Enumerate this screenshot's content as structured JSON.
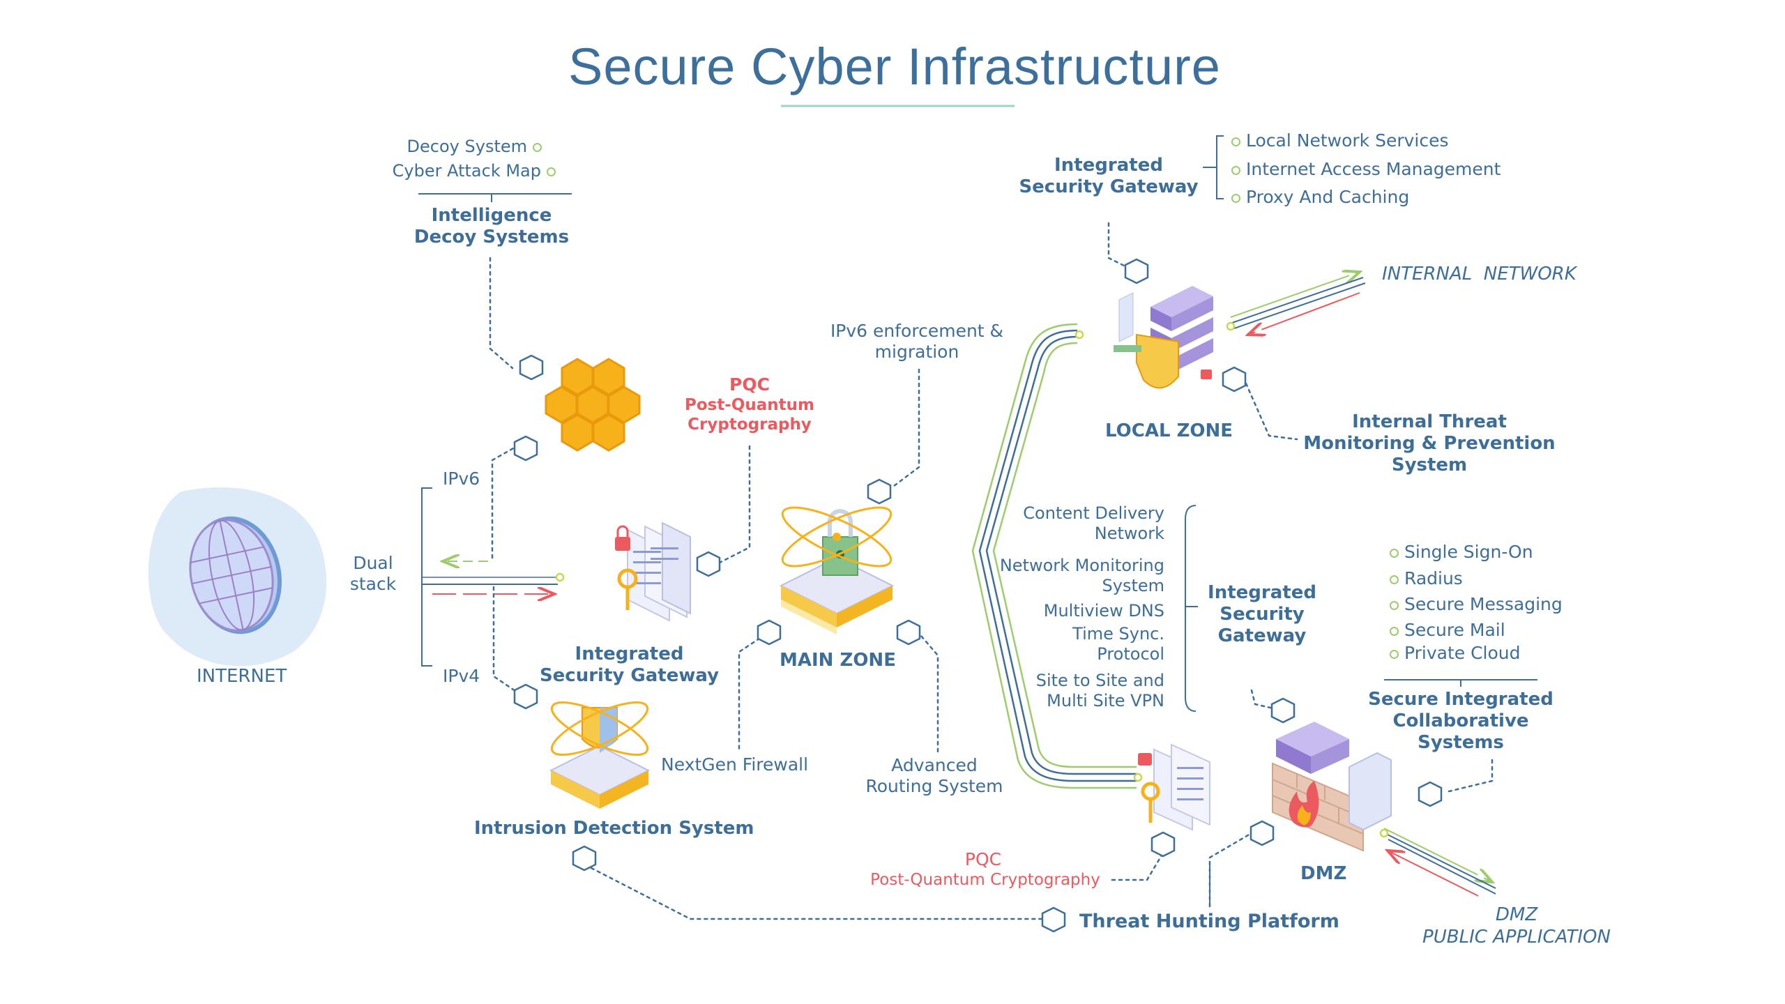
{
  "title": "Secure Cyber Infrastructure",
  "colors": {
    "primary": "#3d6e9a",
    "accent_red": "#ea5a5f",
    "accent_green": "#9ccc6b",
    "honeycomb": "#f7b21b",
    "server_purple": "#9a88d6"
  },
  "internet": {
    "label": "INTERNET",
    "stack_label": "Dual stack",
    "ipv6": "IPv6",
    "ipv4": "IPv4"
  },
  "intelligence": {
    "items": [
      "Decoy System",
      "Cyber Attack Map"
    ],
    "title": "Intelligence Decoy Systems"
  },
  "pqc_top": {
    "abbr": "PQC",
    "name": "Post-Quantum Cryptography"
  },
  "isg_left": {
    "label": "Integrated Security Gateway"
  },
  "main_zone": {
    "label": "MAIN ZONE",
    "ipv6_note": "IPv6 enforcement & migration",
    "firewall": "NextGen Firewall",
    "routing": "Advanced Routing System"
  },
  "ids": {
    "label": "Intrusion Detection System"
  },
  "local_zone": {
    "label": "LOCAL ZONE",
    "gateway": "Integrated Security Gateway",
    "services": [
      "Local Network Services",
      "Internet Access Management",
      "Proxy And Caching"
    ],
    "internal_network": "INTERNAL  NETWORK",
    "monitoring": "Internal Threat Monitoring & Prevention System"
  },
  "dmz_gateway": {
    "label": "Integrated Security Gateway",
    "items": [
      "Content Delivery Network",
      "Network Monitoring System",
      "Multiview DNS",
      "Time Sync. Protocol",
      "Site to Site and Multi Site VPN"
    ]
  },
  "collab": {
    "items": [
      "Single Sign-On",
      "Radius",
      "Secure Messaging",
      "Secure Mail",
      "Private Cloud"
    ],
    "title": "Secure Integrated Collaborative Systems"
  },
  "dmz": {
    "label": "DMZ",
    "public_app_line1": "DMZ",
    "public_app_line2": "PUBLIC APPLICATION"
  },
  "pqc_bottom": {
    "abbr": "PQC",
    "name": "Post-Quantum Cryptography"
  },
  "threat_hunting": {
    "label": "Threat Hunting Platform"
  }
}
